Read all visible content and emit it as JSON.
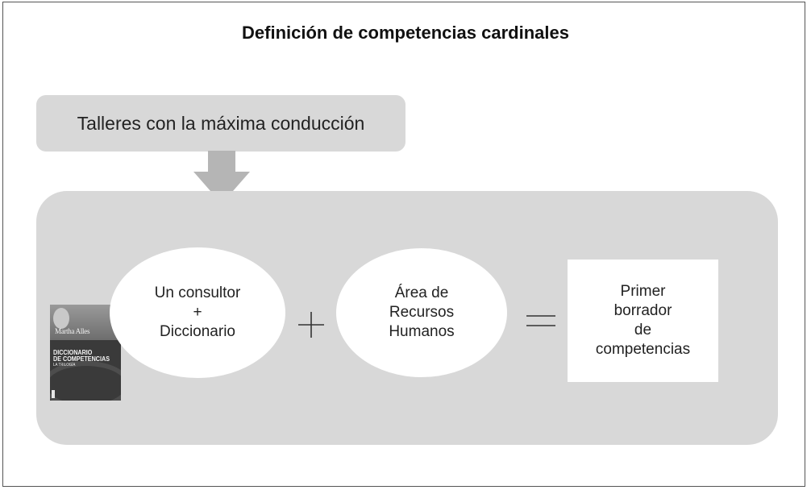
{
  "title": "Definición de competencias cardinales",
  "top_box": {
    "label": "Talleres con la máxima conducción"
  },
  "left_oval": {
    "lines": [
      "Un consultor",
      "+",
      "Diccionario"
    ]
  },
  "plus_operator": "plus",
  "right_oval": {
    "lines": [
      "Área de",
      "Recursos",
      "Humanos"
    ]
  },
  "equals_operator": "equals",
  "result_box": {
    "lines": [
      "Primer",
      "borrador",
      "de",
      "competencias"
    ]
  },
  "book_cover": {
    "author": "Martha Alles",
    "title_lines": [
      "DICCIONARIO",
      "DE COMPETENCIAS"
    ],
    "subtitle": "LA TRILOGÍA"
  },
  "colors": {
    "panel": "#d8d8d8",
    "arrow": "#b5b5b5",
    "frame": "#555555",
    "operator": "#333333"
  }
}
